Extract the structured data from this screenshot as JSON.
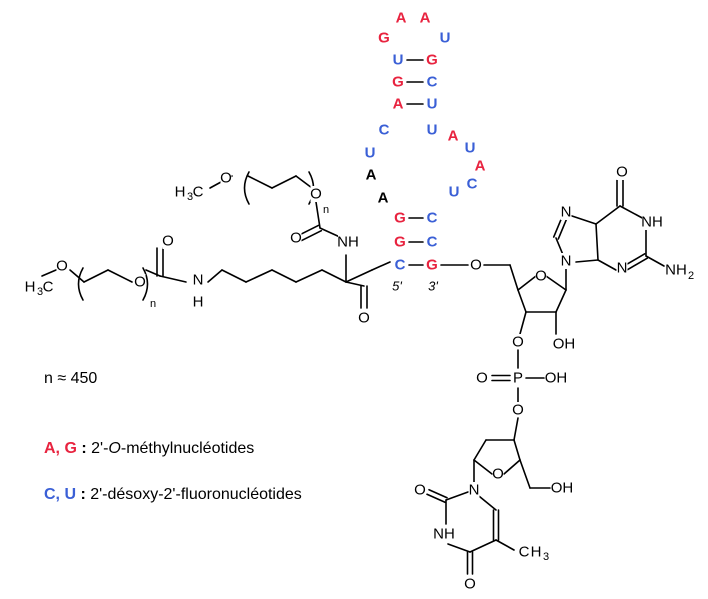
{
  "colors": {
    "methyl": "#e8233f",
    "fluoro": "#3a5fd6",
    "plain": "#000000"
  },
  "hairpin": {
    "loop": [
      {
        "t": "A",
        "c": "methyl"
      },
      {
        "t": "A",
        "c": "methyl"
      },
      {
        "t": "G",
        "c": "methyl"
      },
      {
        "t": "U",
        "c": "fluoro"
      }
    ],
    "stem1_left": [
      {
        "t": "U",
        "c": "fluoro"
      },
      {
        "t": "G",
        "c": "methyl"
      },
      {
        "t": "A",
        "c": "methyl"
      }
    ],
    "stem1_right": [
      {
        "t": "G",
        "c": "methyl"
      },
      {
        "t": "C",
        "c": "fluoro"
      },
      {
        "t": "U",
        "c": "fluoro"
      }
    ],
    "bulge_left": [
      {
        "t": "C",
        "c": "fluoro"
      },
      {
        "t": "U",
        "c": "fluoro"
      },
      {
        "t": "A",
        "c": "plain"
      },
      {
        "t": "A",
        "c": "plain"
      }
    ],
    "bulge_right": [
      {
        "t": "U",
        "c": "fluoro"
      },
      {
        "t": "A",
        "c": "methyl"
      },
      {
        "t": "U",
        "c": "fluoro"
      },
      {
        "t": "A",
        "c": "methyl"
      },
      {
        "t": "C",
        "c": "fluoro"
      },
      {
        "t": "U",
        "c": "fluoro"
      }
    ],
    "stem2_left": [
      {
        "t": "G",
        "c": "methyl"
      },
      {
        "t": "G",
        "c": "methyl"
      },
      {
        "t": "C",
        "c": "fluoro"
      }
    ],
    "stem2_right": [
      {
        "t": "C",
        "c": "fluoro"
      },
      {
        "t": "C",
        "c": "fluoro"
      },
      {
        "t": "G",
        "c": "methyl"
      }
    ],
    "end5": "5'",
    "end3": "3'"
  },
  "atoms": {
    "H": "H",
    "C": "C",
    "O": "O",
    "N": "N",
    "NH": "NH",
    "P": "P",
    "OH": "OH",
    "n": "n",
    "NH2": "NH",
    "two": "2",
    "three": "3"
  },
  "legend": {
    "n_value": "n ≈ 450",
    "methyl": {
      "codes": "A, G",
      "sep": " :",
      "text_pre": " 2'-",
      "text_it": "O",
      "text_post": "-méthylnucléotides"
    },
    "fluoro": {
      "codes": "C, U",
      "sep": " :",
      "text": " 2'-désoxy-2'-fluoronucléotides"
    }
  }
}
